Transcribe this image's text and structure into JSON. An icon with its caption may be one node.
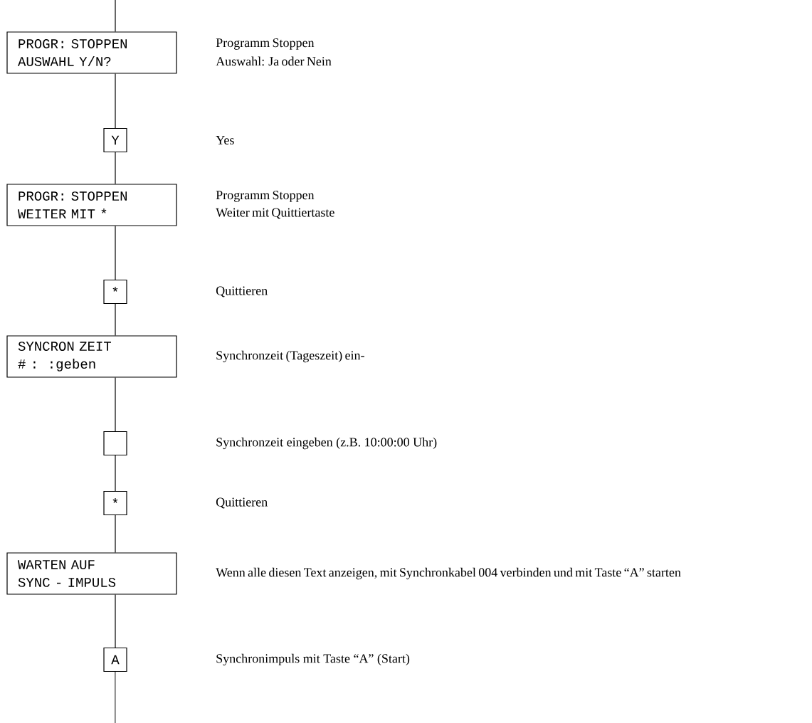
{
  "diagram": {
    "nodes": [
      {
        "text": [
          "PROGR: STOPPEN",
          "AUSWAHL Y/N?"
        ],
        "beside": [
          "Programm Stoppen",
          "Auswahl: Ja oder Nein"
        ]
      },
      {
        "text": [
          "Y"
        ]
      },
      {
        "text": [
          "PROGR: STOPPEN",
          "WEITER MIT *"
        ],
        "beside": [
          "Programm Stoppen",
          "Weiter mit Quittiertaste"
        ]
      },
      {
        "text": [
          "*"
        ]
      },
      {
        "text": [
          "SYNCRON ZEIT",
          "#  :   :geben"
        ],
        "beside": [
          "Synchronzeit (Tageszeit) ein-"
        ]
      },
      {
        "text": [],
        "shape": "box"
      },
      {
        "text": [
          "*"
        ]
      },
      {
        "text": [
          "WARTEN AUF",
          "SYNC - IMPULS"
        ],
        "beside": [
          "Wenn alle diesen Text anzeigen, mit Synchronkabel 004 verbinden und mit Taste “A” starten"
        ]
      },
      {
        "text": [
          "A"
        ]
      }
    ],
    "edges": [
      {
        "from": null,
        "to": 0,
        "arrow": "none"
      },
      {
        "from": 0,
        "to": 1,
        "arrow": "none"
      },
      {
        "from": 1,
        "to": 2,
        "arrow": "none"
      },
      {
        "from": 2,
        "to": 3,
        "arrow": "none"
      },
      {
        "from": 3,
        "to": 4,
        "arrow": "none"
      },
      {
        "from": 4,
        "to": 5,
        "arrow": "none"
      },
      {
        "from": 5,
        "to": 6,
        "arrow": "none"
      },
      {
        "from": 6,
        "to": 7,
        "arrow": "none"
      },
      {
        "from": 7,
        "to": 8,
        "arrow": "none"
      },
      {
        "from": 8,
        "to": null,
        "arrow": "none"
      }
    ],
    "labels": [
      "Yes",
      "Quittieren",
      "Synchronzeit eingeben (z.B. 10:00:00 Uhr)",
      "Quittieren",
      "Synchronimpuls mit Taste “A” (Start)"
    ]
  }
}
